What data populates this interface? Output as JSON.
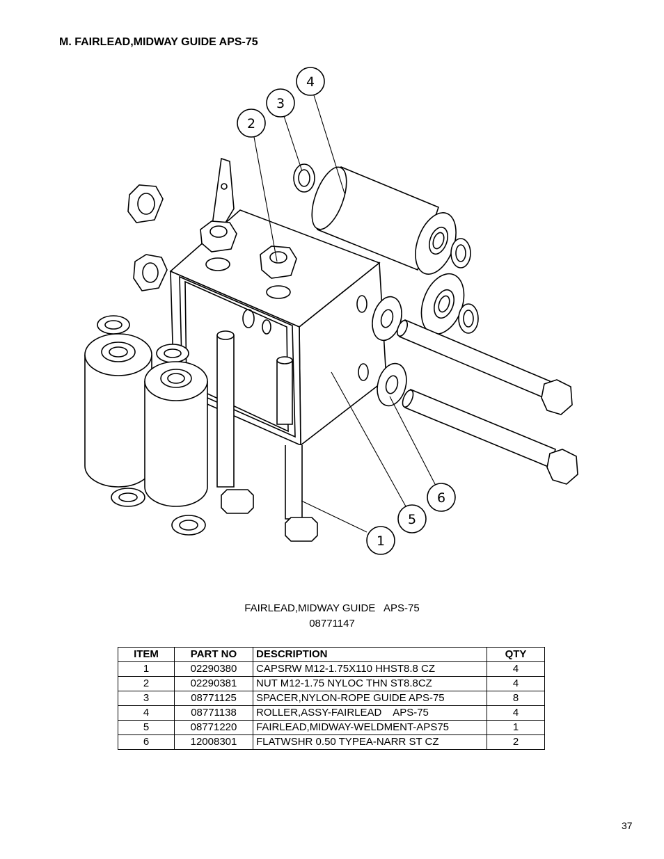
{
  "section_title": "M. FAIRLEAD,MIDWAY GUIDE   APS-75",
  "diagram": {
    "callouts": [
      "1",
      "2",
      "3",
      "4",
      "5",
      "6"
    ]
  },
  "assembly": {
    "name": "FAIRLEAD,MIDWAY GUIDE   APS-75",
    "number": "08771147"
  },
  "table": {
    "headers": [
      "ITEM",
      "PART NO",
      "DESCRIPTION",
      "QTY"
    ],
    "rows": [
      {
        "item": "1",
        "part_no": "02290380",
        "description": "CAPSRW M12-1.75X110 HHST8.8 CZ",
        "qty": "4"
      },
      {
        "item": "2",
        "part_no": "02290381",
        "description": "NUT M12-1.75 NYLOC THN ST8.8CZ",
        "qty": "4"
      },
      {
        "item": "3",
        "part_no": "08771125",
        "description": "SPACER,NYLON-ROPE GUIDE APS-75",
        "qty": "8"
      },
      {
        "item": "4",
        "part_no": "08771138",
        "description": "ROLLER,ASSY-FAIRLEAD    APS-75",
        "qty": "4"
      },
      {
        "item": "5",
        "part_no": "08771220",
        "description": "FAIRLEAD,MIDWAY-WELDMENT-APS75",
        "qty": "1"
      },
      {
        "item": "6",
        "part_no": "12008301",
        "description": "FLATWSHR 0.50 TYPEA-NARR ST CZ",
        "qty": "2"
      }
    ]
  },
  "page_number": "37"
}
